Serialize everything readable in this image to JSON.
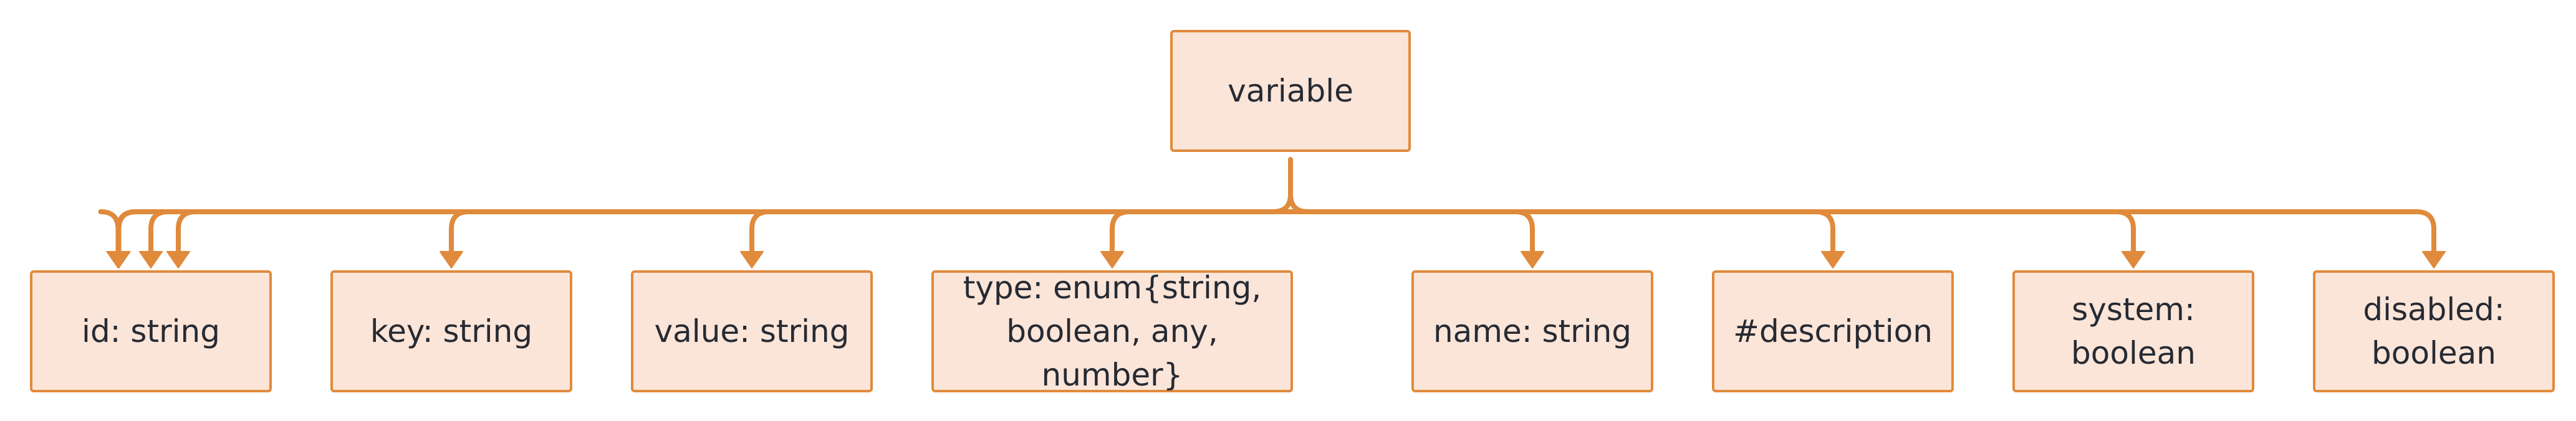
{
  "diagram": {
    "colors": {
      "stroke": "#e08a3c",
      "fill": "#fae5d8",
      "text": "#262a33"
    },
    "root": {
      "label": "variable"
    },
    "children": [
      {
        "label": "id: string"
      },
      {
        "label": "key: string"
      },
      {
        "label": "value: string"
      },
      {
        "label": "type: enum{string,\nboolean, any, number}"
      },
      {
        "label": "name: string"
      },
      {
        "label": "#description"
      },
      {
        "label": "system:\nboolean"
      },
      {
        "label": "disabled:\nboolean"
      }
    ]
  }
}
